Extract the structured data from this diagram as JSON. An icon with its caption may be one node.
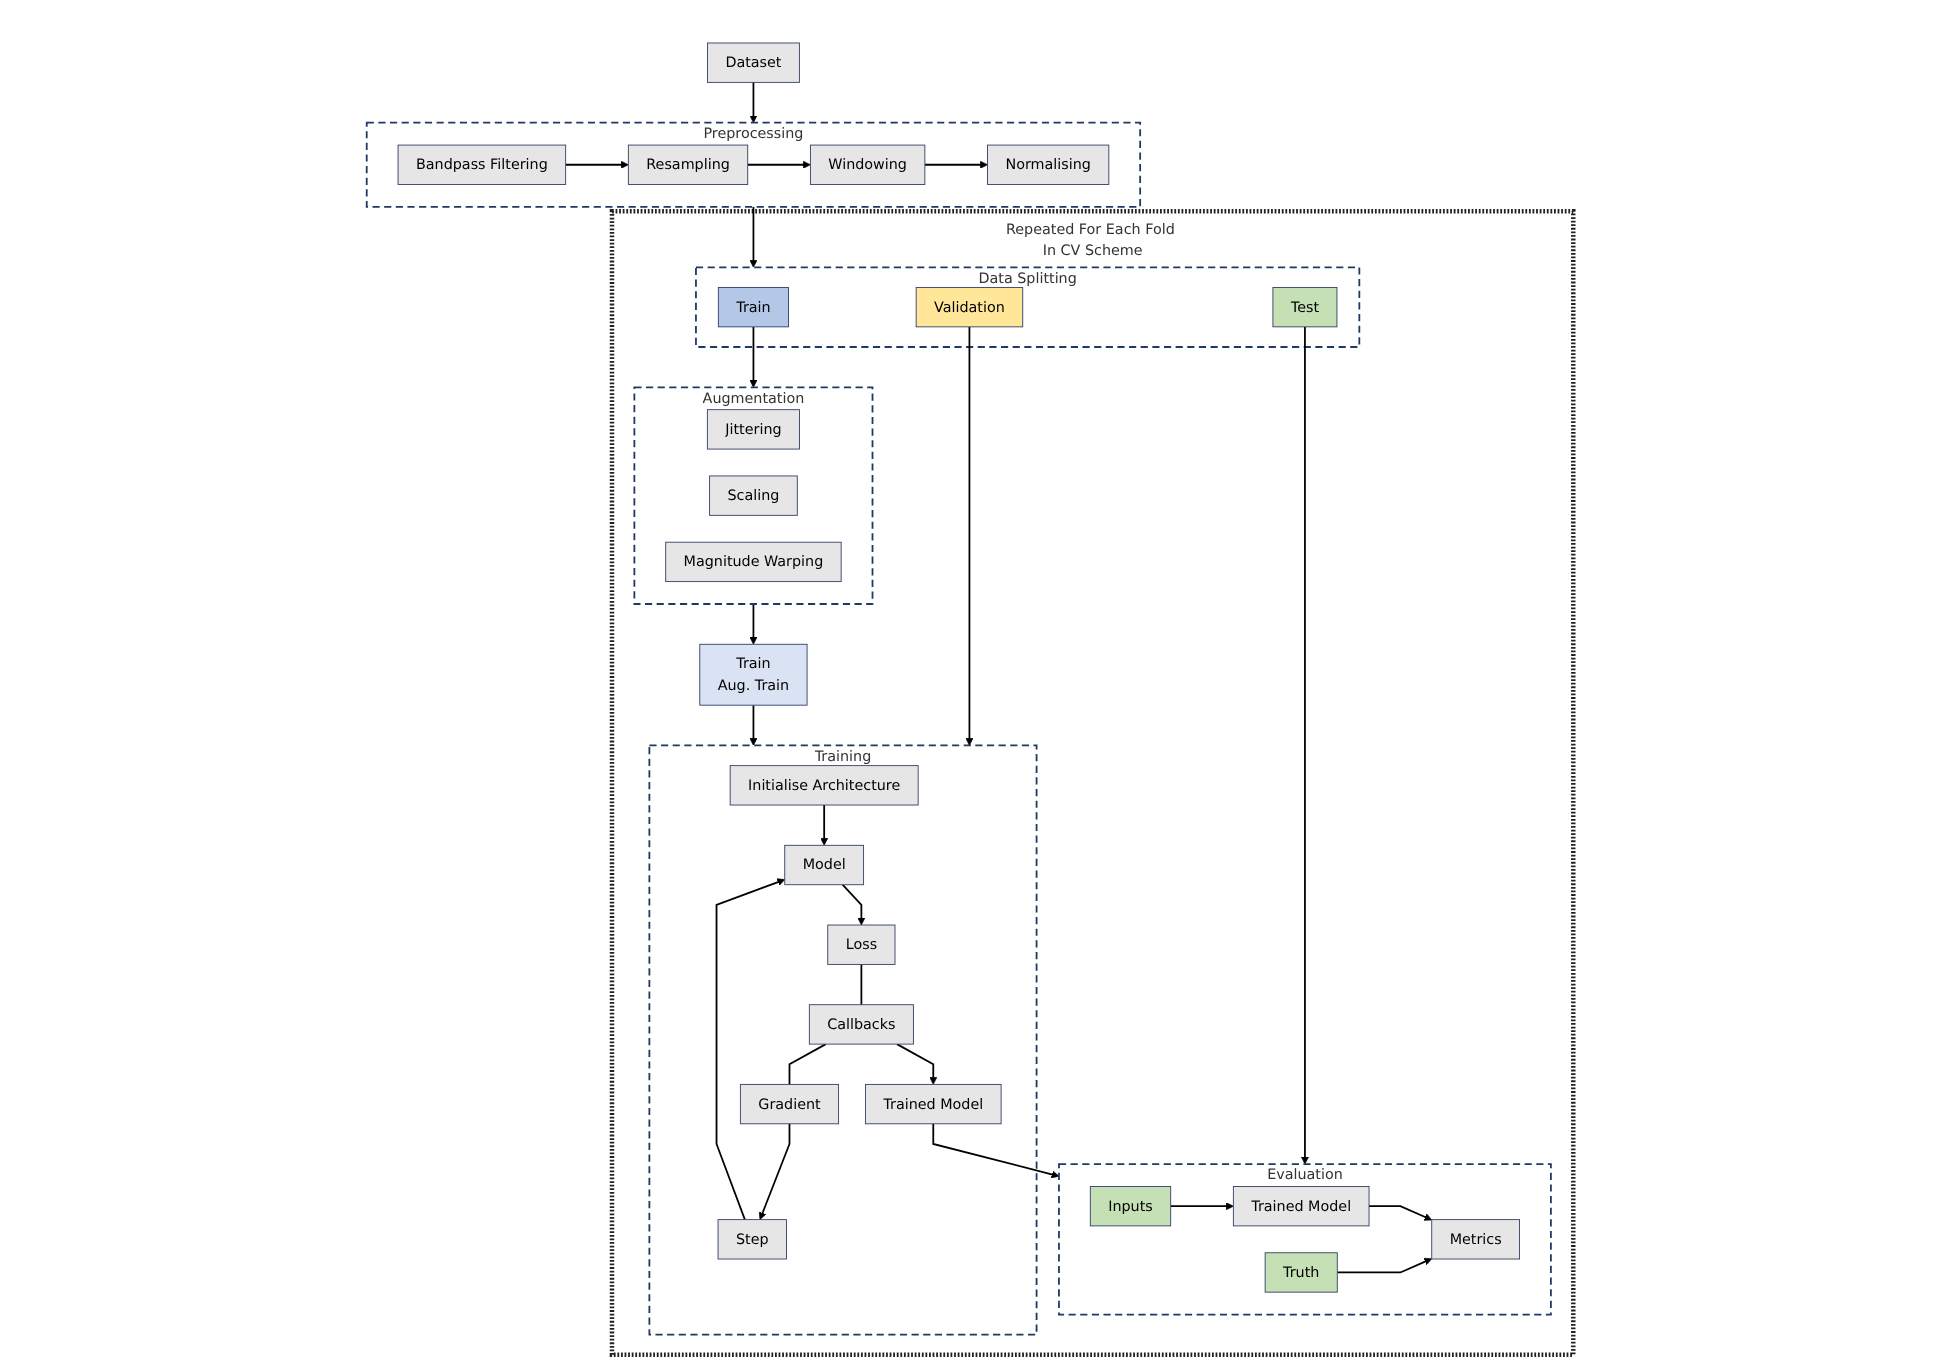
{
  "diagram": {
    "nodes": [
      {
        "text": [
          "Dataset"
        ]
      },
      {
        "text": [
          "Preprocessing"
        ]
      },
      {
        "text": [
          "Bandpass Filtering"
        ],
        "in": 1
      },
      {
        "text": [
          "Resampling"
        ],
        "in": 1
      },
      {
        "text": [
          "Normalising"
        ],
        "in": 1
      },
      {
        "text": [
          "Windowing"
        ],
        "in": 1
      },
      {
        "text": [
          "Repeated For Each Fold In CV Scheme"
        ]
      },
      {
        "text": [
          "Evaluation"
        ],
        "in": 6
      },
      {
        "text": [
          "Inputs"
        ],
        "in": 7
      },
      {
        "text": [
          "Trained Model"
        ],
        "in": 7
      },
      {
        "text": [
          "Truth"
        ],
        "in": 7
      },
      {
        "text": [
          "Metrics"
        ],
        "in": 7
      },
      {
        "text": [
          "Data Splitting"
        ],
        "in": 6
      },
      {
        "text": [
          "Train"
        ],
        "in": 12
      },
      {
        "text": [
          "Validation"
        ],
        "in": 12
      },
      {
        "text": [
          "Test"
        ],
        "in": 12
      },
      {
        "text": [
          "Training"
        ],
        "in": 6
      },
      {
        "text": [
          "Initialise Architecture"
        ],
        "in": 16
      },
      {
        "text": [
          "Trained Model"
        ],
        "in": 16
      },
      {
        "text": [
          "Model"
        ],
        "in": 16
      },
      {
        "text": [
          "Loss"
        ],
        "in": 16
      },
      {
        "text": [
          "Step"
        ],
        "in": 16
      },
      {
        "text": [
          "Callbacks"
        ],
        "in": 16
      },
      {
        "text": [
          "Gradient"
        ],
        "in": 16
      },
      {
        "text": [
          "Augmentation"
        ],
        "in": 6
      },
      {
        "text": [
          "Jittering"
        ],
        "in": 24
      },
      {
        "text": [
          "Scaling"
        ],
        "in": 24
      },
      {
        "text": [
          "Magnitude Warping"
        ],
        "in": 24
      },
      {
        "text": [
          "Train",
          "Aug. Train"
        ],
        "in": 6
      }
    ],
    "edges": [
      {
        "from": 0,
        "to": 1,
        "arrow": "to"
      },
      {
        "from": 2,
        "to": 3,
        "arrow": "to"
      },
      {
        "from": 3,
        "to": 5,
        "arrow": "to"
      },
      {
        "from": 5,
        "to": 4,
        "arrow": "to"
      },
      {
        "from": 1,
        "to": 12,
        "arrow": "to"
      },
      {
        "from": 15,
        "to": 7,
        "arrow": "to"
      },
      {
        "from": 8,
        "to": 9,
        "arrow": "to"
      },
      {
        "from": 9,
        "to": 11,
        "arrow": "to"
      },
      {
        "from": 10,
        "to": 11,
        "arrow": "to"
      },
      {
        "from": 18,
        "to": 7,
        "arrow": "to"
      },
      {
        "from": 17,
        "to": 19,
        "arrow": "to"
      },
      {
        "from": 19,
        "to": 20,
        "arrow": "to"
      },
      {
        "from": 20,
        "to": 22,
        "arrow": "none"
      },
      {
        "from": 22,
        "to": 23,
        "arrow": "none"
      },
      {
        "from": 23,
        "to": 21,
        "arrow": "to"
      },
      {
        "from": 21,
        "to": 19,
        "arrow": "to"
      },
      {
        "from": 22,
        "to": 18,
        "arrow": "to"
      },
      {
        "from": 13,
        "to": 24,
        "arrow": "to"
      },
      {
        "from": 14,
        "to": 16,
        "arrow": "to"
      },
      {
        "from": 24,
        "to": 28,
        "arrow": "to"
      },
      {
        "from": 28,
        "to": 16,
        "arrow": "to"
      }
    ]
  }
}
